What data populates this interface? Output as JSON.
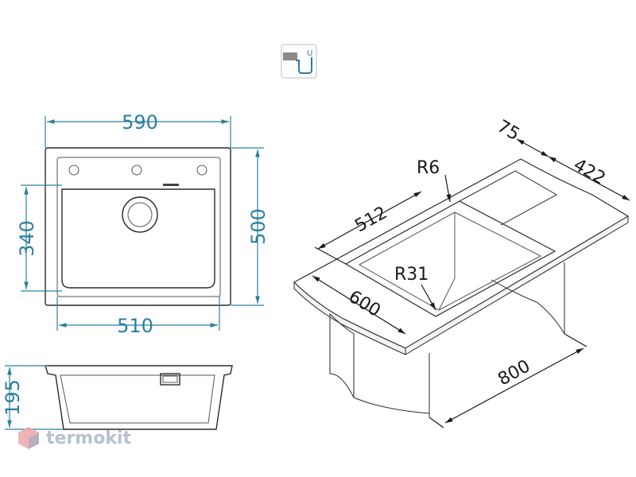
{
  "front_view": {
    "width_outer": "590",
    "width_inner": "510",
    "height_outer": "500",
    "height_inner": "340"
  },
  "side_view": {
    "depth": "195"
  },
  "perspective_view": {
    "width": "600",
    "length_total": "800",
    "basin_length": "512",
    "shelf_width": "422",
    "shelf_gap": "75",
    "corner_radius_small": "R6",
    "corner_radius_large": "R31"
  },
  "install_icon": {
    "label": "U"
  },
  "brand": {
    "name": "termokit"
  },
  "colors": {
    "dimension": "#2a7fa0",
    "outline": "#2b2b2b",
    "brand": "#7a8fa8"
  }
}
